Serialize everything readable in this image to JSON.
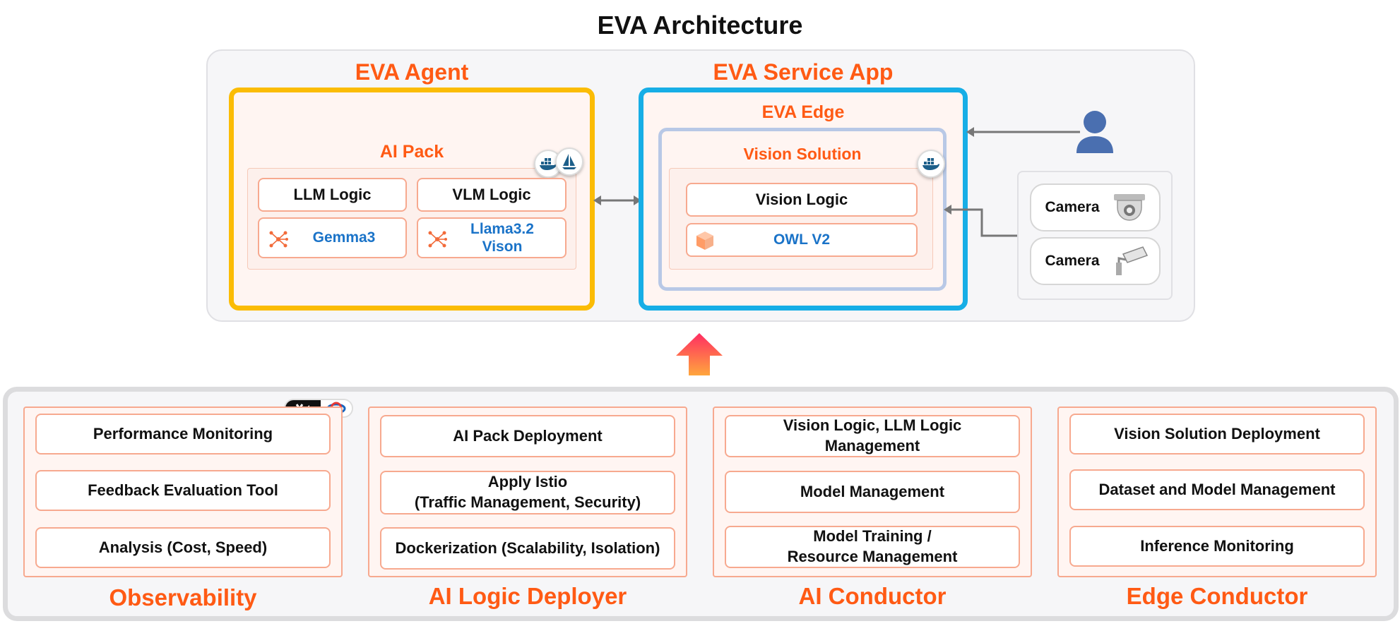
{
  "title": "EVA Architecture",
  "agent": {
    "title": "EVA Agent",
    "pack_title": "AI Pack",
    "logic_cards": [
      "LLM Logic",
      "VLM Logic"
    ],
    "models": [
      "Gemma3",
      "Llama3.2\nVison"
    ]
  },
  "service": {
    "title": "EVA Service App",
    "edge_title": "EVA Edge",
    "solution_title": "Vision Solution",
    "logic": "Vision Logic",
    "model": "OWL V2"
  },
  "cameras": [
    "Camera",
    "Camera"
  ],
  "columns": [
    {
      "title": "Observability",
      "items": [
        "Performance Monitoring",
        "Feedback Evaluation Tool",
        "Analysis (Cost, Speed)"
      ]
    },
    {
      "title": "AI Logic Deployer",
      "items": [
        "AI Pack Deployment",
        "Apply Istio\n(Traffic Management, Security)",
        "Dockerization (Scalability, Isolation)"
      ]
    },
    {
      "title": "AI Conductor",
      "items": [
        "Vision Logic, LLM Logic\nManagement",
        "Model Management",
        "Model Training /\nResource Management"
      ]
    },
    {
      "title": "Edge Conductor",
      "items": [
        "Vision Solution Deployment",
        "Dataset and Model Management",
        "Inference Monitoring"
      ]
    }
  ],
  "colors": {
    "accent": "#ff5a14",
    "agent_border": "#fbbc05",
    "service_border": "#17aee6",
    "model_text": "#1a73c8"
  },
  "icons": [
    "docker-icon",
    "sail-icon",
    "network-icon",
    "cube-icon",
    "user-icon",
    "dome-camera-icon",
    "bullet-camera-icon",
    "up-arrow-icon"
  ]
}
